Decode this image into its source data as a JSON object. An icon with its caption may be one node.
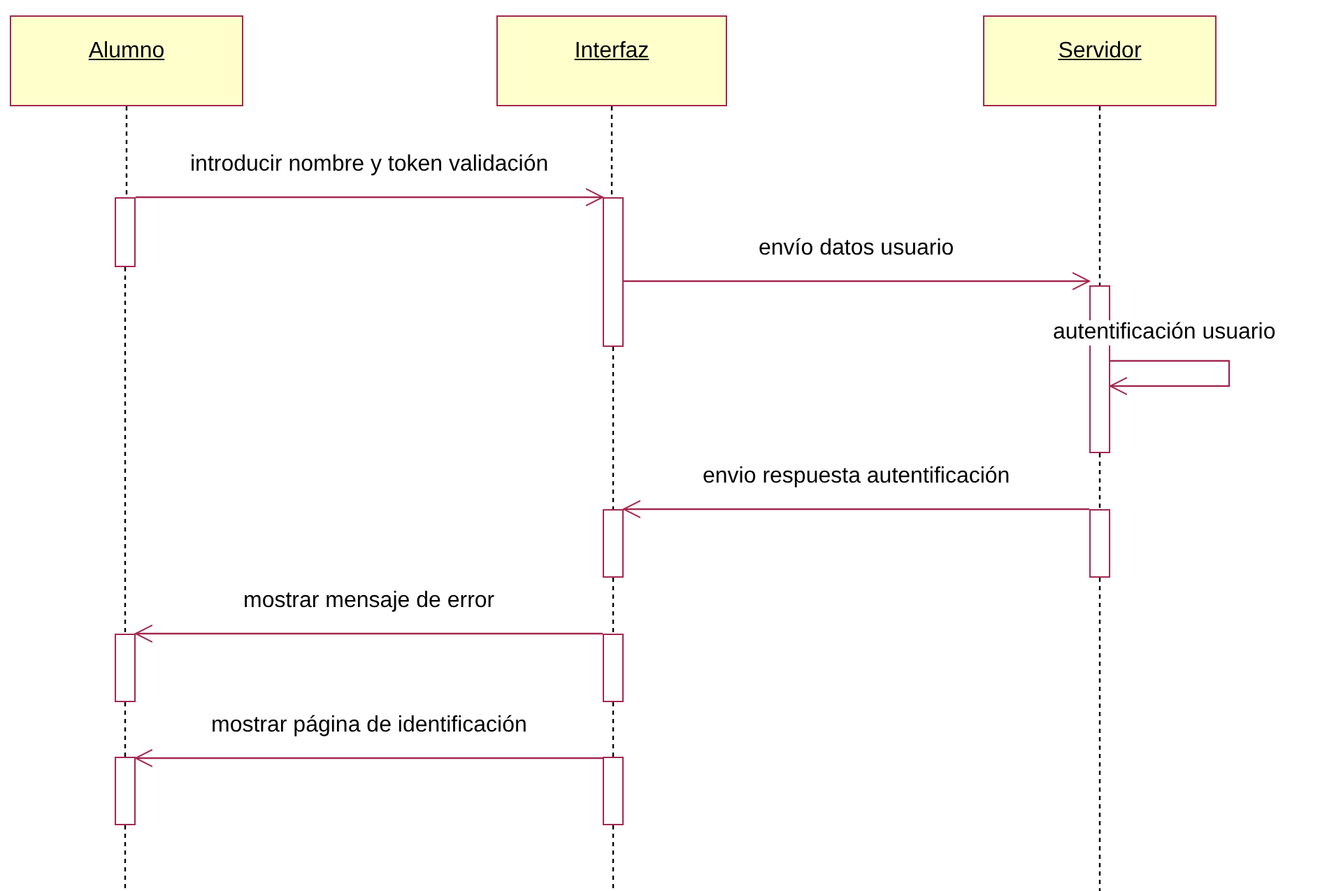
{
  "diagram": {
    "nodes": [
      {
        "text": [
          "Alumno"
        ]
      },
      {
        "text": [
          "Interfaz"
        ]
      },
      {
        "text": [
          "Servidor"
        ]
      },
      {
        "text": [],
        "shape": "bar"
      },
      {
        "text": [],
        "shape": "bar"
      },
      {
        "text": [],
        "shape": "bar"
      },
      {
        "text": [],
        "shape": "bar"
      },
      {
        "text": [],
        "shape": "bar"
      },
      {
        "text": [],
        "shape": "bar"
      },
      {
        "text": [],
        "shape": "bar"
      },
      {
        "text": [],
        "shape": "bar"
      },
      {
        "text": [],
        "shape": "bar"
      }
    ],
    "edges": [
      {
        "from": 3,
        "to": 4,
        "arrow": "to",
        "label": "introducir nombre y token validación",
        "color": "#a3284f"
      },
      {
        "from": 4,
        "to": 5,
        "arrow": "to",
        "label": "envío datos usuario",
        "color": "#a3284f"
      },
      {
        "from": 5,
        "to": 5,
        "arrow": "to",
        "label": "autentificación usuario",
        "color": "#a3284f"
      },
      {
        "from": 7,
        "to": 6,
        "arrow": "to",
        "label": "envio respuesta autentificación",
        "color": "#a3284f"
      },
      {
        "from": 9,
        "to": 8,
        "arrow": "to",
        "label": "mostrar mensaje de error",
        "color": "#a3284f"
      },
      {
        "from": 11,
        "to": 10,
        "arrow": "to",
        "label": "mostrar página de identificación",
        "color": "#a3284f"
      },
      {
        "from": 0,
        "to": 3,
        "arrow": "none",
        "style": "dashed"
      },
      {
        "from": 3,
        "to": 8,
        "arrow": "none",
        "style": "dashed"
      },
      {
        "from": 8,
        "to": 10,
        "arrow": "none",
        "style": "dashed"
      },
      {
        "from": 10,
        "to": null,
        "arrow": "none",
        "style": "dashed"
      },
      {
        "from": 1,
        "to": 4,
        "arrow": "none",
        "style": "dashed"
      },
      {
        "from": 4,
        "to": 6,
        "arrow": "none",
        "style": "dashed"
      },
      {
        "from": 6,
        "to": 9,
        "arrow": "none",
        "style": "dashed"
      },
      {
        "from": 9,
        "to": 11,
        "arrow": "none",
        "style": "dashed"
      },
      {
        "from": 11,
        "to": null,
        "arrow": "none",
        "style": "dashed"
      },
      {
        "from": 2,
        "to": 5,
        "arrow": "none",
        "style": "dashed"
      },
      {
        "from": 5,
        "to": 7,
        "arrow": "none",
        "style": "dashed"
      },
      {
        "from": 7,
        "to": null,
        "arrow": "none",
        "style": "dashed"
      }
    ]
  }
}
